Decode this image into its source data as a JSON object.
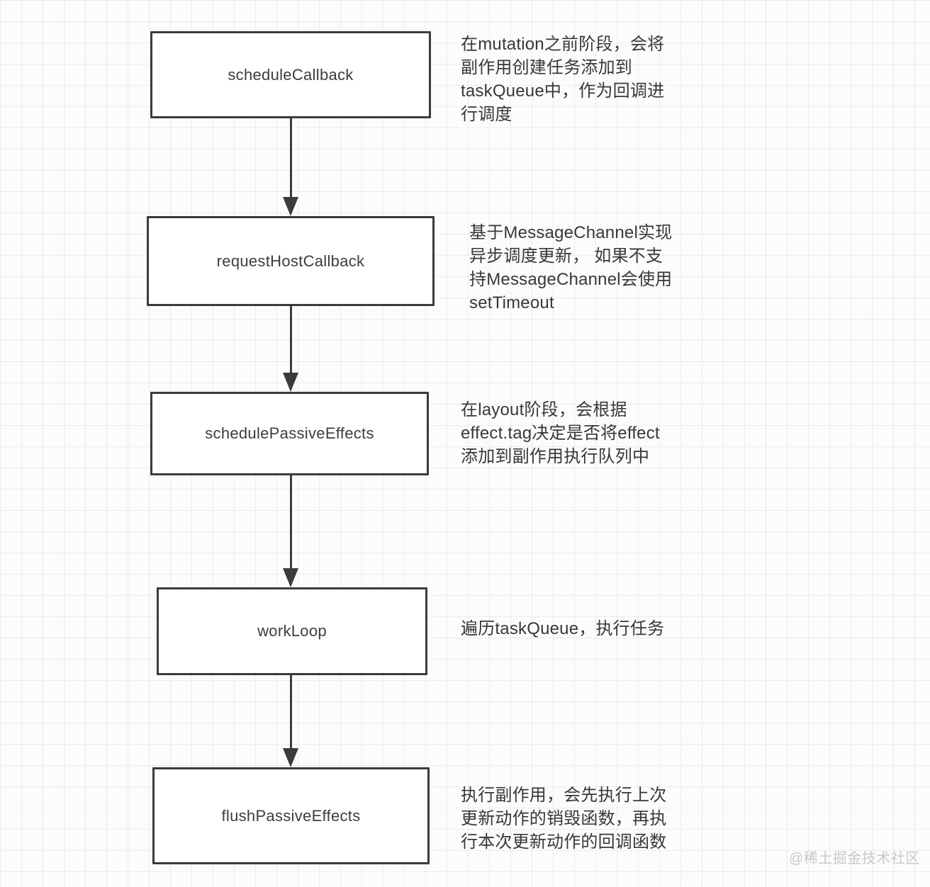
{
  "diagram": {
    "steps": [
      {
        "label": "scheduleCallback",
        "note": "在mutation之前阶段，会将\n副作用创建任务添加到\ntaskQueue中，作为回调进\n行调度"
      },
      {
        "label": "requestHostCallback",
        "note": "基于MessageChannel实现\n异步调度更新， 如果不支\n持MessageChannel会使用\nsetTimeout"
      },
      {
        "label": "schedulePassiveEffects",
        "note": "在layout阶段，会根据\neffect.tag决定是否将effect\n添加到副作用执行队列中"
      },
      {
        "label": "workLoop",
        "note": "遍历taskQueue，执行任务"
      },
      {
        "label": "flushPassiveEffects",
        "note": "执行副作用，会先执行上次\n更新动作的销毁函数，再执\n行本次更新动作的回调函数"
      }
    ],
    "watermark": "@稀土掘金技术社区",
    "colors": {
      "box_border": "#3b3b3b",
      "box_fill": "#ffffff",
      "text": "#3d3d3d",
      "grid_line": "#ededed",
      "background": "#fcfcfb",
      "watermark": "#c8c8c8"
    }
  }
}
